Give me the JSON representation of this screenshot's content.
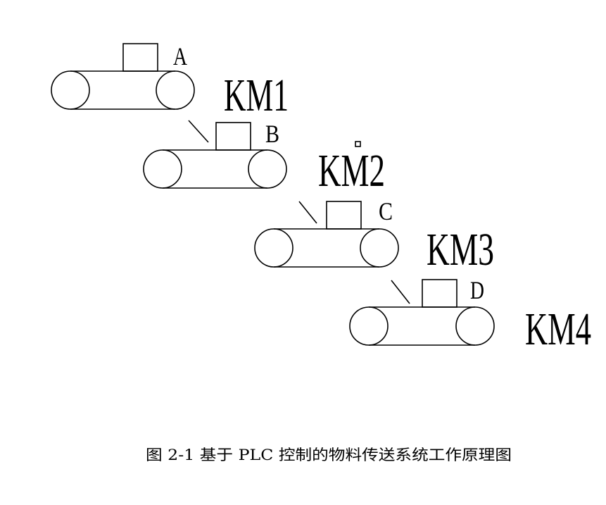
{
  "conveyors": [
    {
      "box_label": "A",
      "motor_label": "KM1"
    },
    {
      "box_label": "B",
      "motor_label": "KM2"
    },
    {
      "box_label": "C",
      "motor_label": "KM3"
    },
    {
      "box_label": "D",
      "motor_label": "KM4"
    }
  ],
  "caption": "图 2-1 基于 PLC 控制的物料传送系统工作原理图",
  "colors": {
    "line": "#000000",
    "background": "#ffffff"
  }
}
